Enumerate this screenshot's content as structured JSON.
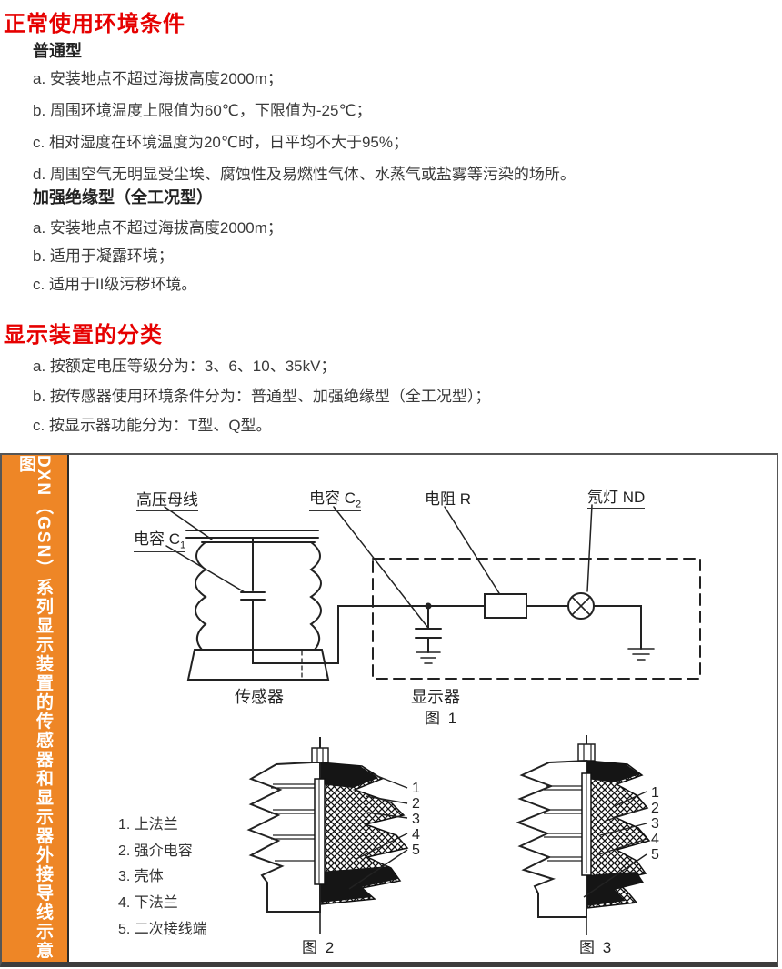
{
  "colors": {
    "heading_red": "#e60000",
    "sidebar_orange": "#ee8626",
    "sidebar_text": "#ffffff",
    "line_black": "#222222"
  },
  "section1": {
    "heading": "正常使用环境条件",
    "sub1_title": "普通型",
    "sub1_items": [
      "a. 安装地点不超过海拔高度2000m；",
      "b. 周围环境温度上限值为60℃，下限值为-25℃；",
      "c. 相对湿度在环境温度为20℃时，日平均不大于95%；",
      "d. 周围空气无明显受尘埃、腐蚀性及易燃性气体、水蒸气或盐雾等污染的场所。"
    ],
    "sub2_title": "加强绝缘型（全工况型）",
    "sub2_items": [
      "a. 安装地点不超过海拔高度2000m；",
      "b. 适用于凝露环境；",
      "c. 适用于II级污秽环境。"
    ]
  },
  "section2": {
    "heading": "显示装置的分类",
    "items": [
      "a. 按额定电压等级分为：3、6、10、35kV；",
      "b. 按传感器使用环境条件分为：普通型、加强绝缘型（全工况型）；",
      "c. 按显示器功能分为：T型、Q型。"
    ]
  },
  "diagram": {
    "sidebar_title": "DXN（GSN）系列显示装置的传感器和显示器外接导线示意图",
    "fig1": {
      "labels": {
        "busbar": "高压母线",
        "cap1": {
          "base": "电容 C",
          "sub": "1"
        },
        "cap2": {
          "base": "电容 C",
          "sub": "2"
        },
        "resistor": "电阻 R",
        "neon": "氖灯 ND",
        "sensor": "传感器",
        "display": "显示器"
      },
      "caption": "图 1"
    },
    "legend": {
      "items": [
        "1. 上法兰",
        "2. 强介电容",
        "3. 壳体",
        "4. 下法兰",
        "5. 二次接线端"
      ]
    },
    "fig2": {
      "caption": "图 2",
      "callouts": [
        "1",
        "2",
        "3",
        "4",
        "5"
      ]
    },
    "fig3": {
      "caption": "图 3",
      "callouts": [
        "1",
        "2",
        "3",
        "4",
        "5"
      ]
    }
  }
}
